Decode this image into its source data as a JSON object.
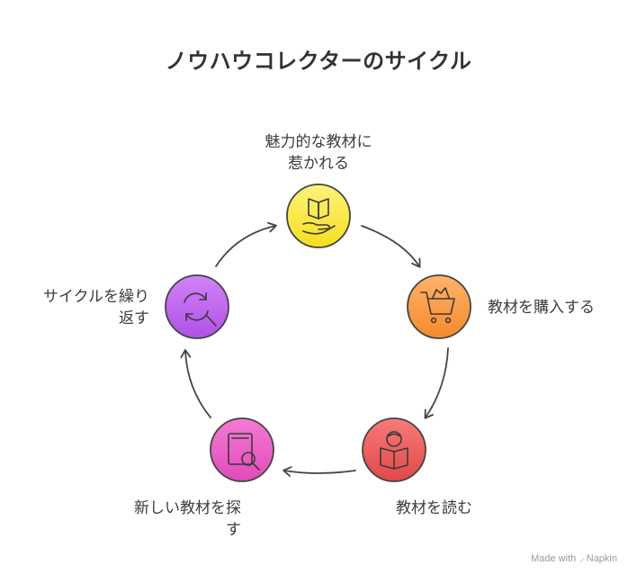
{
  "title": "ノウハウコレクターのサイクル",
  "nodes": [
    {
      "id": "attracted",
      "label_lines": [
        "魅力的な教材に",
        "惹かれる"
      ],
      "color": "#FFEB3B",
      "icon": "book-hand-icon"
    },
    {
      "id": "buy",
      "label_lines": [
        "教材を購入する"
      ],
      "color": "#FF9E40",
      "icon": "cart-icon"
    },
    {
      "id": "read",
      "label_lines": [
        "教材を読む"
      ],
      "color": "#F25B5B",
      "icon": "person-reading-icon"
    },
    {
      "id": "search",
      "label_lines": [
        "新しい教材を探",
        "す"
      ],
      "color": "#EE5CC6",
      "icon": "search-book-icon"
    },
    {
      "id": "repeat",
      "label_lines": [
        "サイクルを繰り",
        "返す"
      ],
      "color": "#C065F0",
      "icon": "cycle-search-icon"
    }
  ],
  "footer": {
    "made_with": "Made with",
    "brand": "Napkin"
  }
}
